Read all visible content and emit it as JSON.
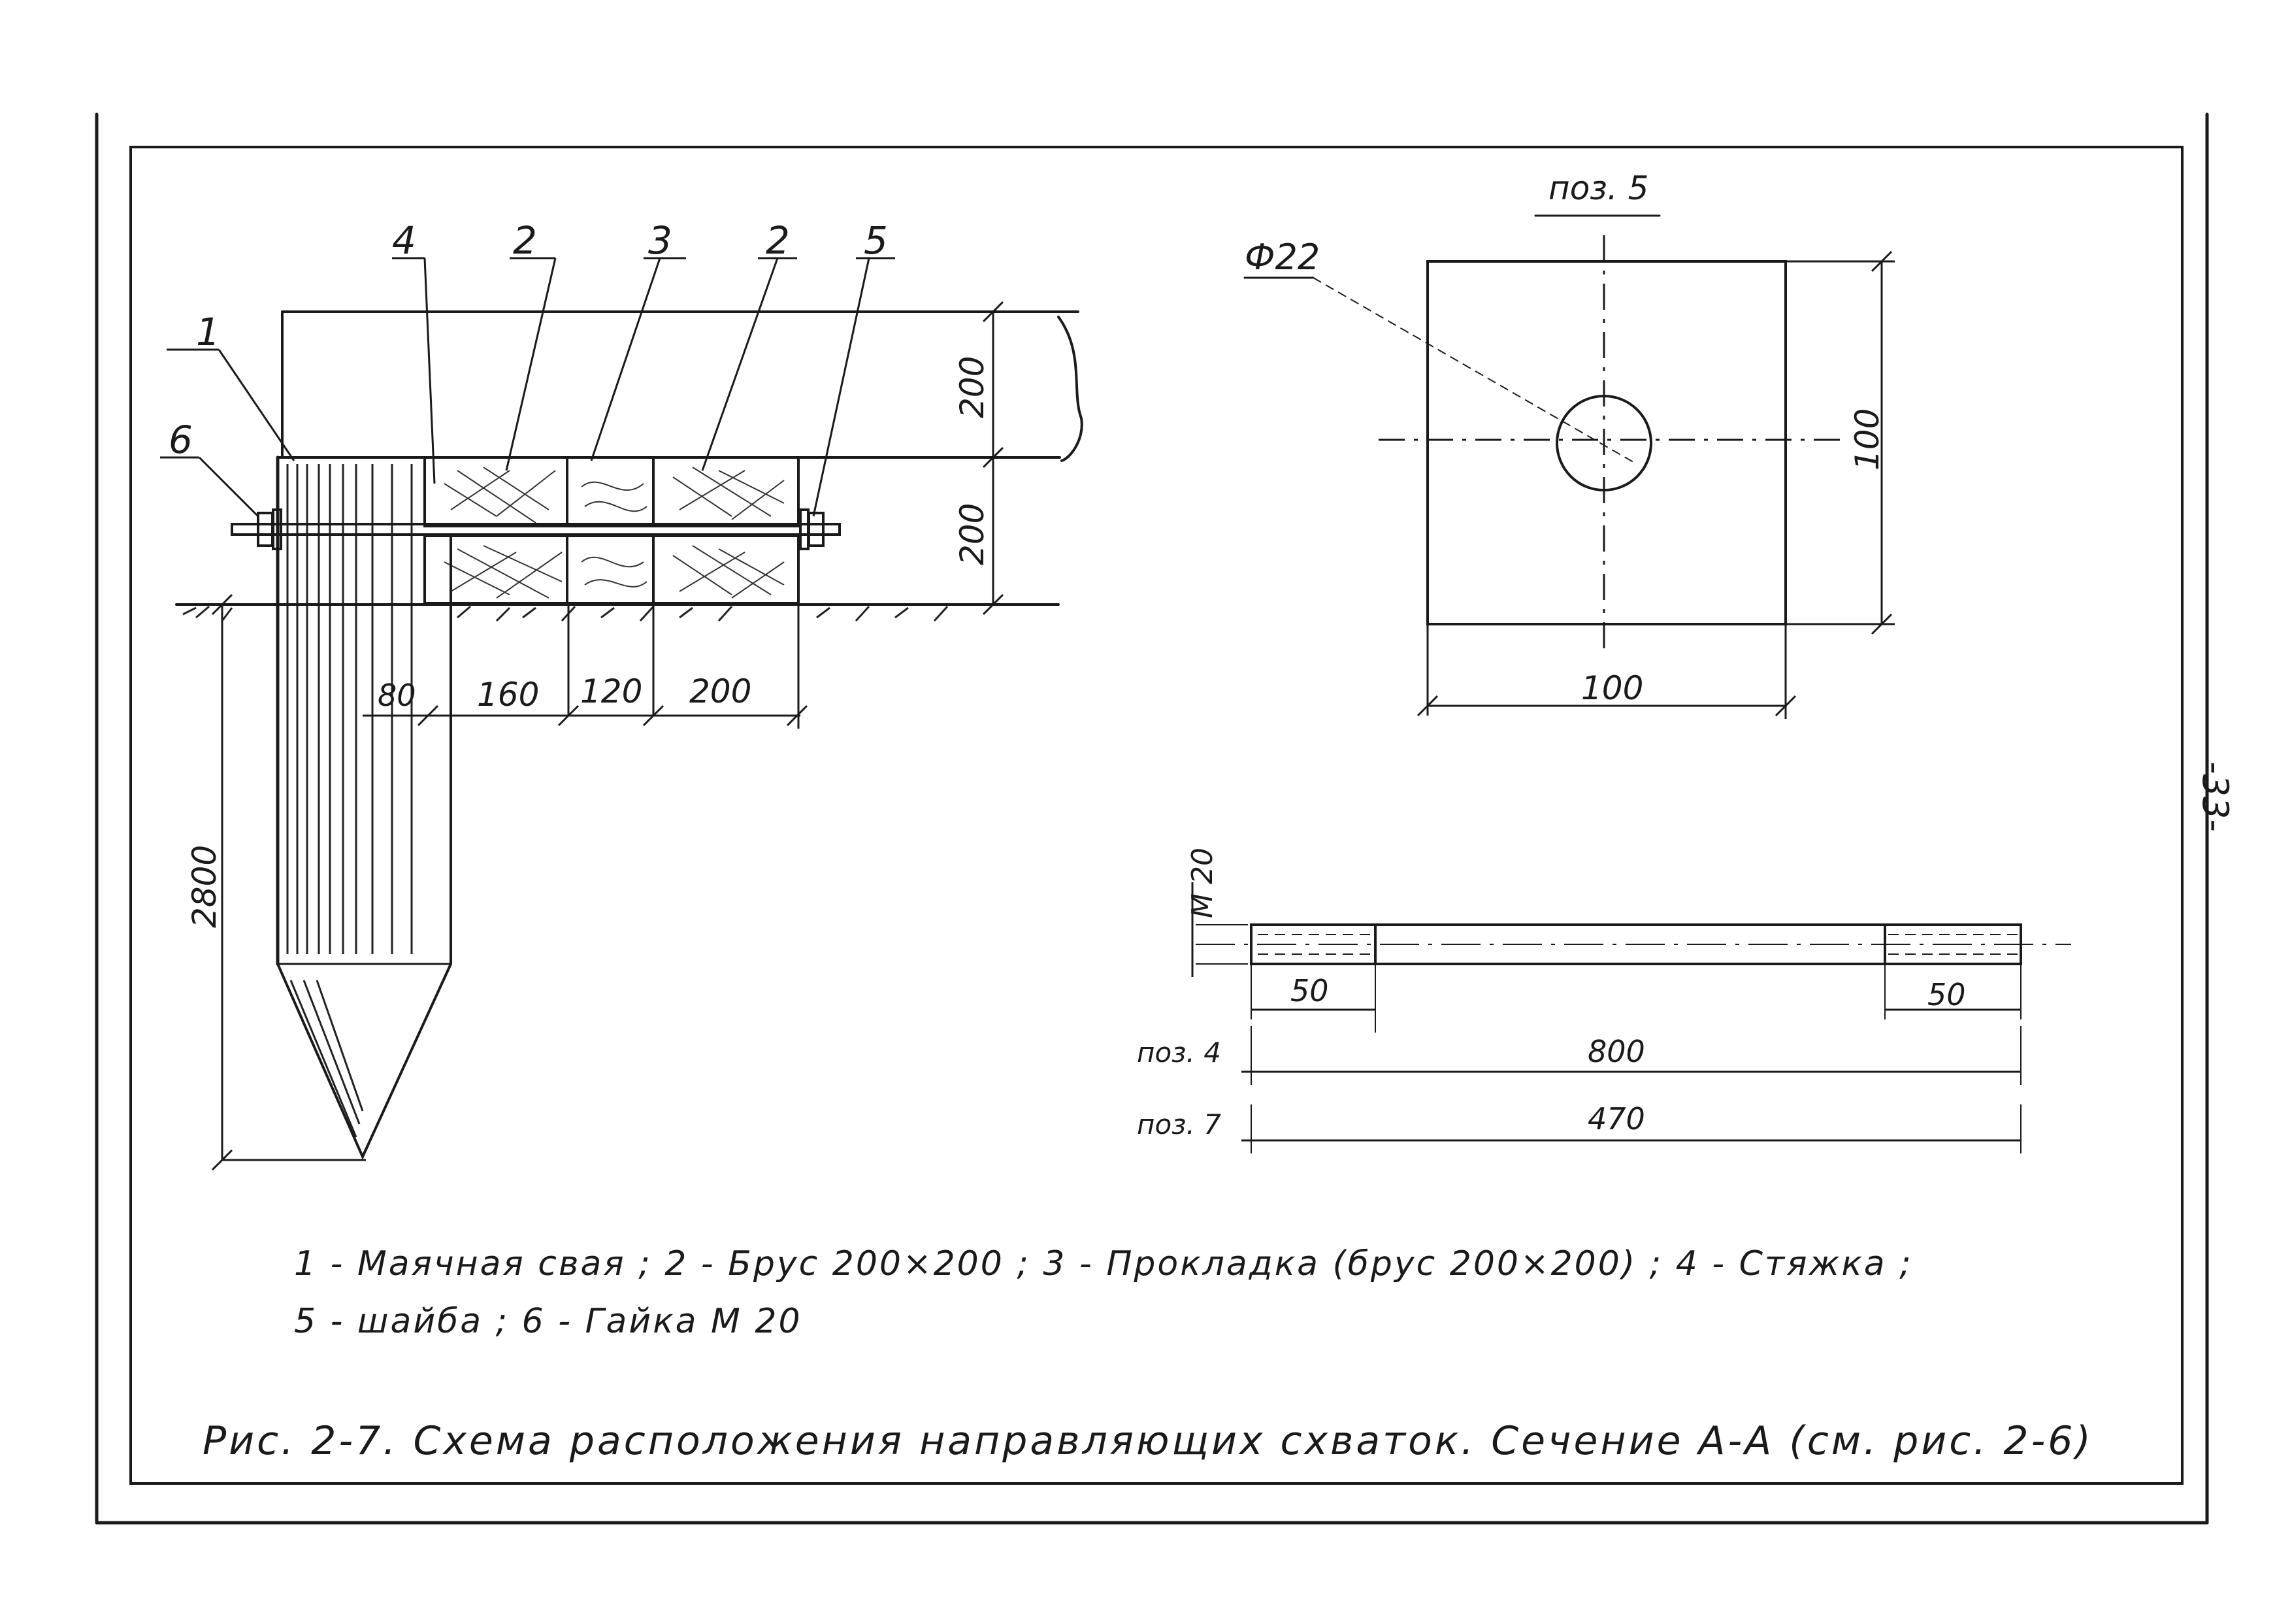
{
  "page_number": "-33-",
  "callouts": {
    "c1": "1",
    "c2a": "2",
    "c2b": "2",
    "c3": "3",
    "c4": "4",
    "c5": "5",
    "c6": "6"
  },
  "pile_dims": {
    "h_top": "200",
    "h_bottom": "200",
    "depth": "2800",
    "w80": "80",
    "w160": "160",
    "w120": "120",
    "w200": "200"
  },
  "plate": {
    "title": "поз. 5",
    "hole": "Ф22",
    "width": "100",
    "height": "100"
  },
  "rod": {
    "thread": "М 20",
    "thread_left": "50",
    "thread_right": "50",
    "pos4_label": "поз. 4",
    "pos4_len": "800",
    "pos7_label": "поз. 7",
    "pos7_len": "470"
  },
  "legend": {
    "line1": "1 - Маячная свая ;   2 - Брус 200×200 ;   3 - Прокладка (брус 200×200) ;   4 - Стяжка ;",
    "line2": "5 - шайба ;   6 - Гайка    М 20"
  },
  "caption": "Рис. 2-7.  Схема расположения направляющих схваток. Сечение А-А (см. рис. 2-6)"
}
